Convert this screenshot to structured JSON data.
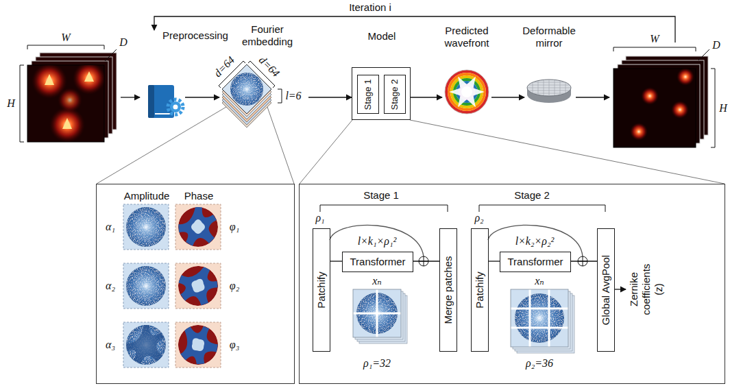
{
  "diagram": {
    "nodes": [
      {
        "text": [
          "Preprocessing"
        ]
      },
      {
        "text": [
          "Fourier embedding"
        ]
      },
      {
        "text": [
          "Model"
        ]
      },
      {
        "text": [
          "Stage 1"
        ],
        "in": 2
      },
      {
        "text": [
          "Stage 2"
        ],
        "in": 2
      },
      {
        "text": [
          "Predicted wavefront"
        ]
      },
      {
        "text": [
          "Deformable mirror"
        ]
      },
      {
        "text": [
          "Amplitude",
          "Phase"
        ]
      },
      {
        "text": [
          "Stage 1",
          "Stage 2"
        ]
      },
      {
        "text": [
          "Patchify"
        ],
        "in": 8
      },
      {
        "text": [
          "Transformer"
        ],
        "in": 8
      },
      {
        "text": [
          "Merge patches"
        ],
        "in": 8
      },
      {
        "text": [
          "Patchify"
        ],
        "in": 8
      },
      {
        "text": [
          "Transformer"
        ],
        "in": 8
      },
      {
        "text": [
          "Global AvgPool"
        ],
        "in": 8
      }
    ],
    "edges": [
      {
        "from": 0,
        "to": 1,
        "arrow": "to"
      },
      {
        "from": 1,
        "to": 2,
        "arrow": "to"
      },
      {
        "from": 2,
        "to": 5,
        "arrow": "to"
      },
      {
        "from": 5,
        "to": 6,
        "arrow": "to"
      },
      {
        "from": 9,
        "to": 10,
        "arrow": "none"
      },
      {
        "from": 10,
        "to": 11,
        "arrow": "none"
      },
      {
        "from": 12,
        "to": 13,
        "arrow": "none"
      },
      {
        "from": 13,
        "to": 14,
        "arrow": "none"
      }
    ],
    "labels": [
      "Iteration i",
      "W",
      "H",
      "D",
      "d=64",
      "d=64",
      "l=6",
      "W",
      "D",
      "H",
      "α₁",
      "α₂",
      "α₃",
      "φ₁",
      "φ₂",
      "φ₃",
      "ρ₁",
      "l×k₁×ρ₁²",
      "xₙ",
      "ρ₁=32",
      "ρ₂",
      "l×k₂×ρ₂²",
      "xₙ",
      "ρ₂=36",
      "Zernike coefficients (z)"
    ]
  }
}
